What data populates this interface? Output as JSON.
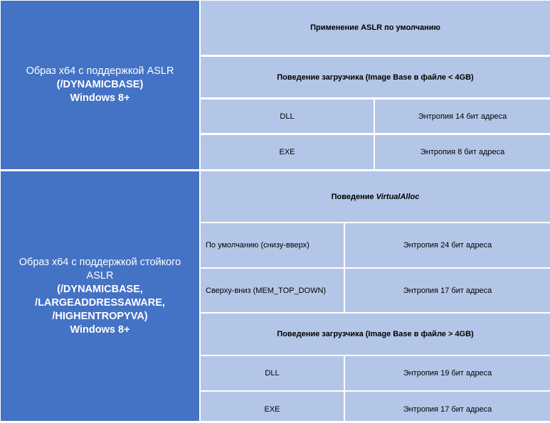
{
  "table": {
    "section1": {
      "header_line1": "Образ x64 с поддержкой ASLR",
      "header_line2": "(/DYNAMICBASE)",
      "header_line3": "Windows 8+",
      "title": "Применение ASLR по умолчанию",
      "subtitle": "Поведение загрузчика (Image Base в файле < 4GB)",
      "rows": [
        {
          "type": "DLL",
          "value": "Энтропия 14 бит адреса"
        },
        {
          "type": "EXE",
          "value": "Энтропия 8 бит адреса"
        }
      ]
    },
    "section2": {
      "header_line1": "Образ x64 с поддержкой стойкого",
      "header_line2": "ASLR",
      "header_line3": "(/DYNAMICBASE,",
      "header_line4": "/LARGEADDRESSAWARE,",
      "header_line5": "/HIGHENTROPYVA)",
      "header_line6": "Windows 8+",
      "virtualalloc_title_prefix": "Поведение ",
      "virtualalloc_title_italic": "VirtualAlloc",
      "virtualalloc_rows": [
        {
          "type": "По умолчанию (снизу-вверх)",
          "value": "Энтропия 24 бит адреса"
        },
        {
          "type": "Сверху-вниз (MEM_TOP_DOWN)",
          "value": "Энтропия 17 бит адреса"
        }
      ],
      "loader_title": "Поведение загрузчика (Image Base в файле > 4GB)",
      "loader_rows": [
        {
          "type": "DLL",
          "value": "Энтропия 19 бит адреса"
        },
        {
          "type": "EXE",
          "value": "Энтропия 17 бит адреса"
        }
      ]
    }
  },
  "colors": {
    "header_bg": "#4472c4",
    "cell_bg": "#b4c6e7",
    "border": "#ffffff"
  }
}
